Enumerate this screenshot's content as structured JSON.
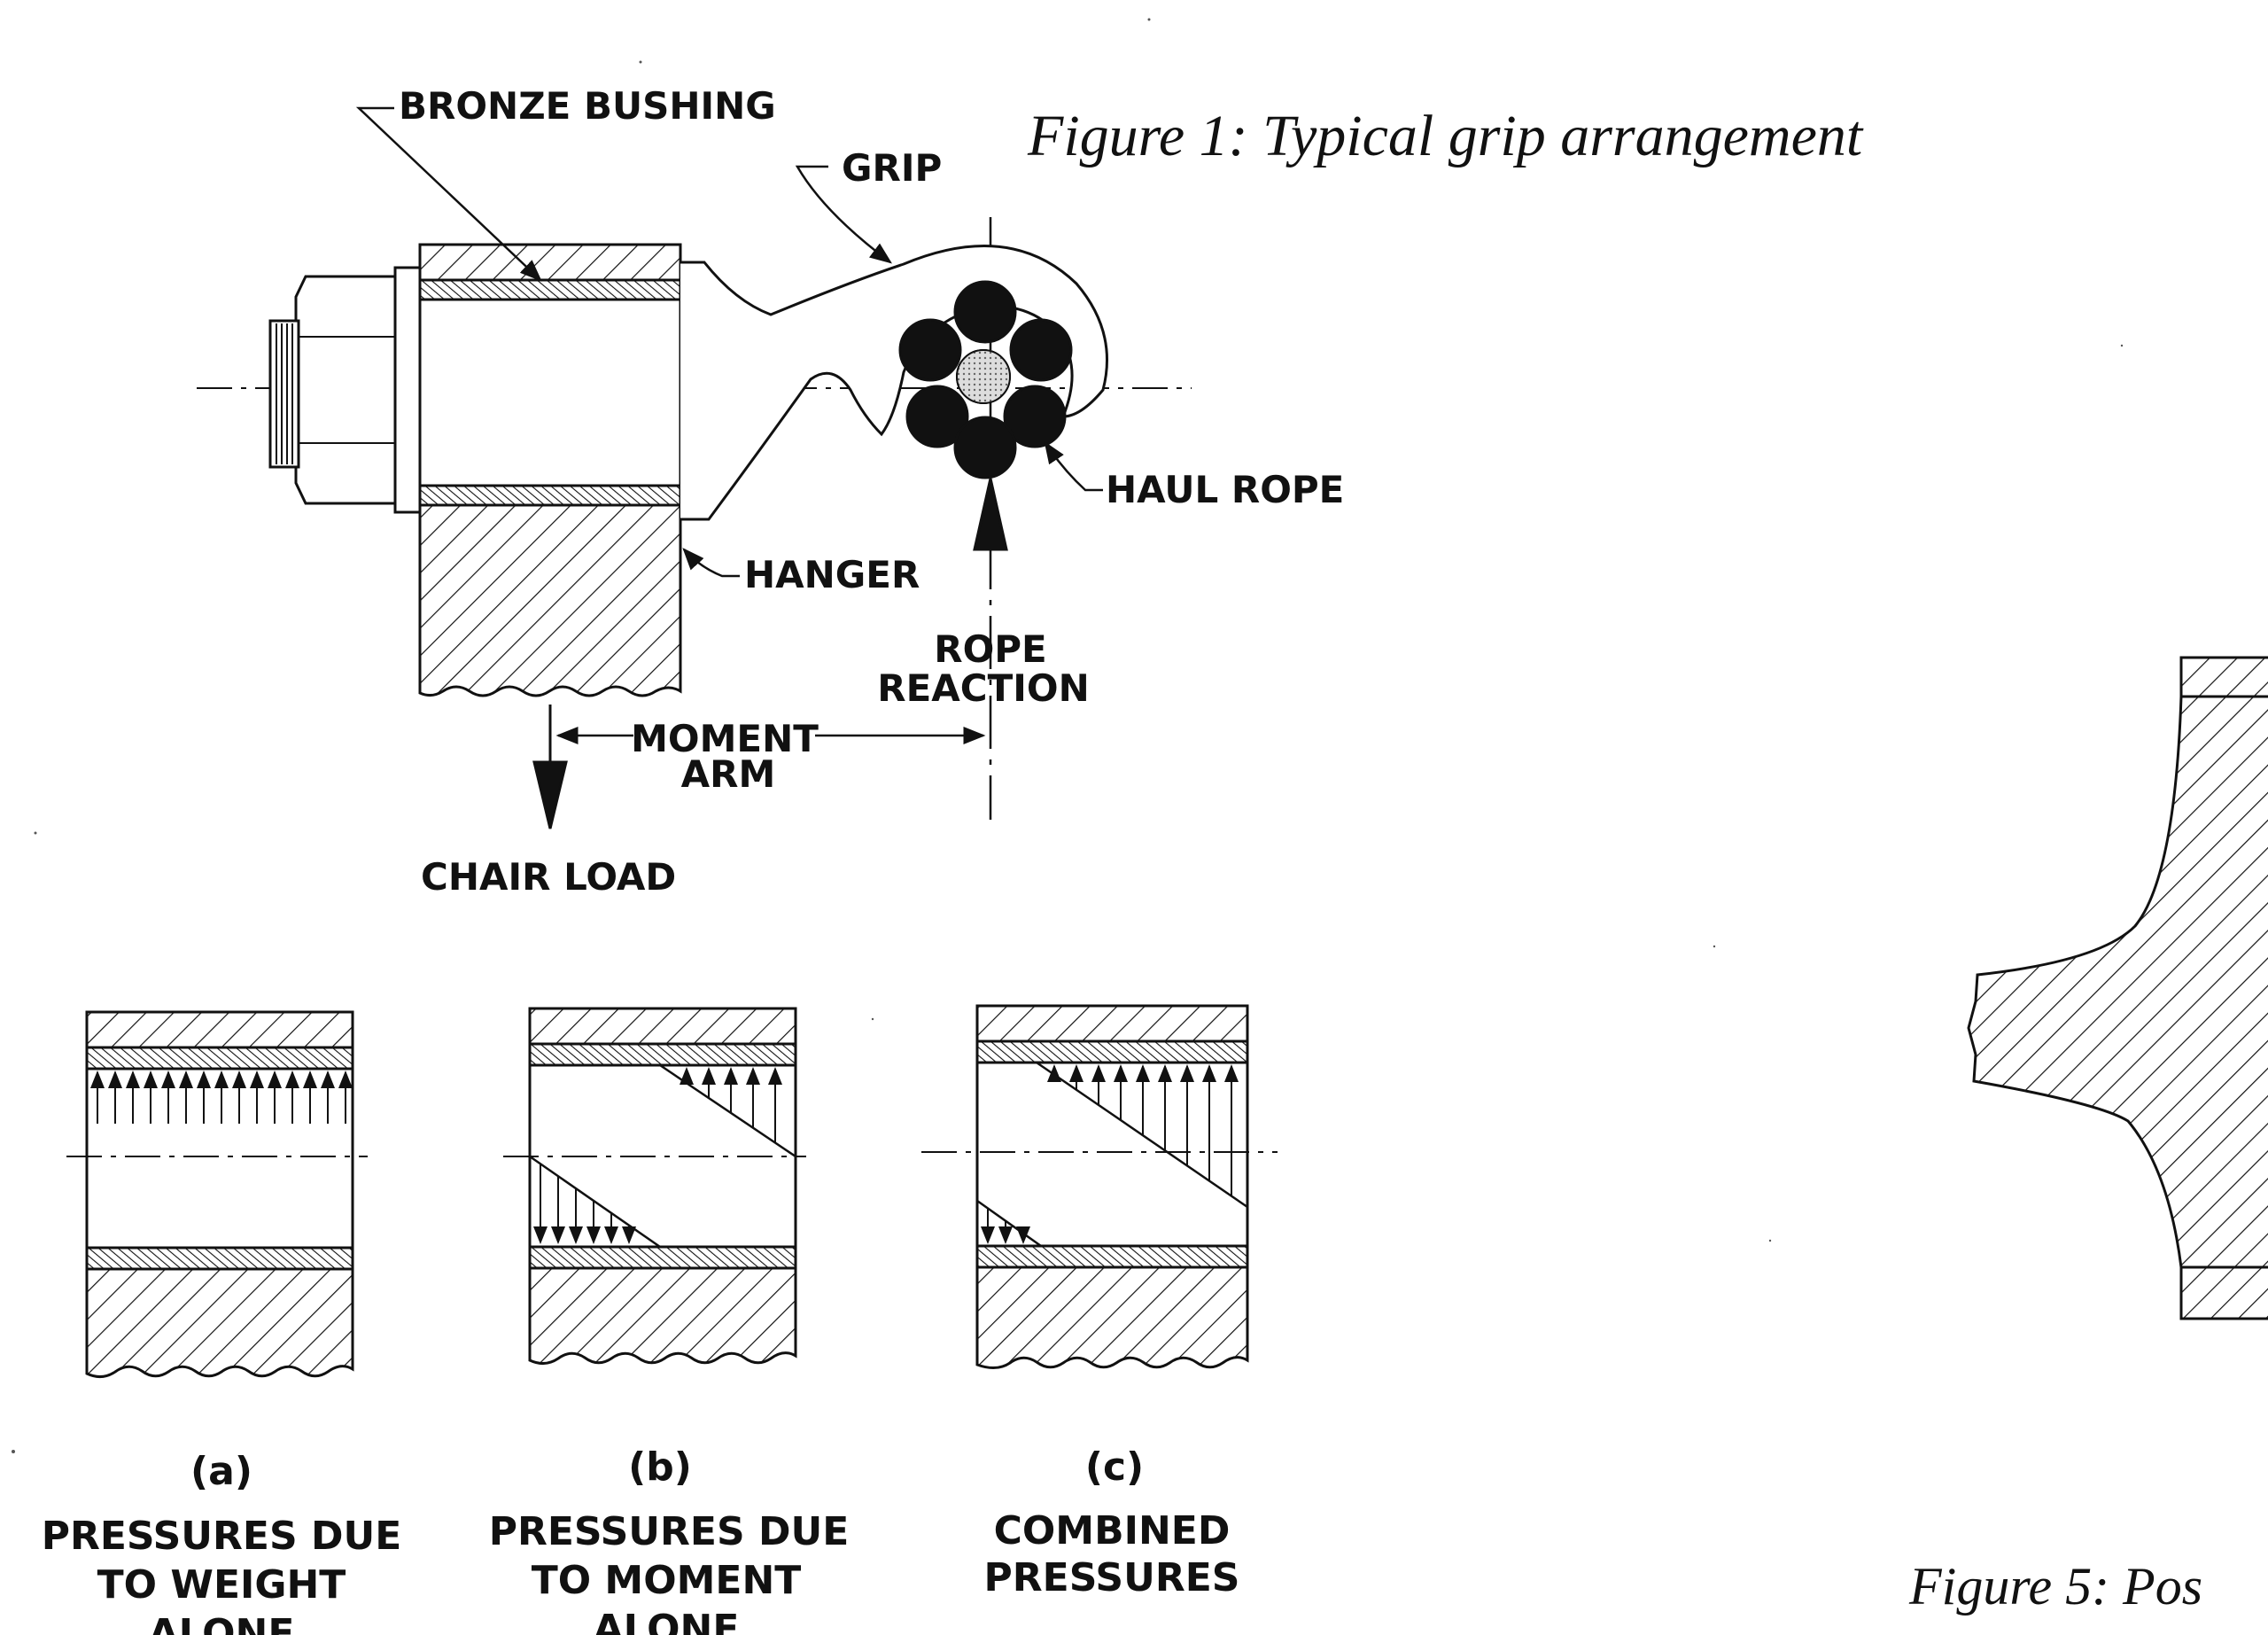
{
  "figure1": {
    "caption": "Figure 1: Typical grip arrangement",
    "labels": {
      "bronze_bushing": "BRONZE BUSHING",
      "grip": "GRIP",
      "haul_rope": "HAUL ROPE",
      "hanger": "HANGER",
      "rope_reaction_1": "ROPE",
      "rope_reaction_2": "REACTION",
      "moment_arm_1": "MOMENT",
      "moment_arm_2": "ARM",
      "chair_load": "CHAIR LOAD"
    }
  },
  "panels": [
    {
      "letter": "(a)",
      "line1": "PRESSURES DUE",
      "line2": "TO WEIGHT",
      "line3": "ALONE"
    },
    {
      "letter": "(b)",
      "line1": "PRESSURES DUE",
      "line2": "TO MOMENT",
      "line3": "ALONE"
    },
    {
      "letter": "(c)",
      "line1": "COMBINED",
      "line2": "PRESSURES",
      "line3": ""
    }
  ],
  "figure5": {
    "caption_partial": "Figure 5: Pos"
  },
  "colors": {
    "ink": "#111111",
    "paper": "#ffffff"
  }
}
